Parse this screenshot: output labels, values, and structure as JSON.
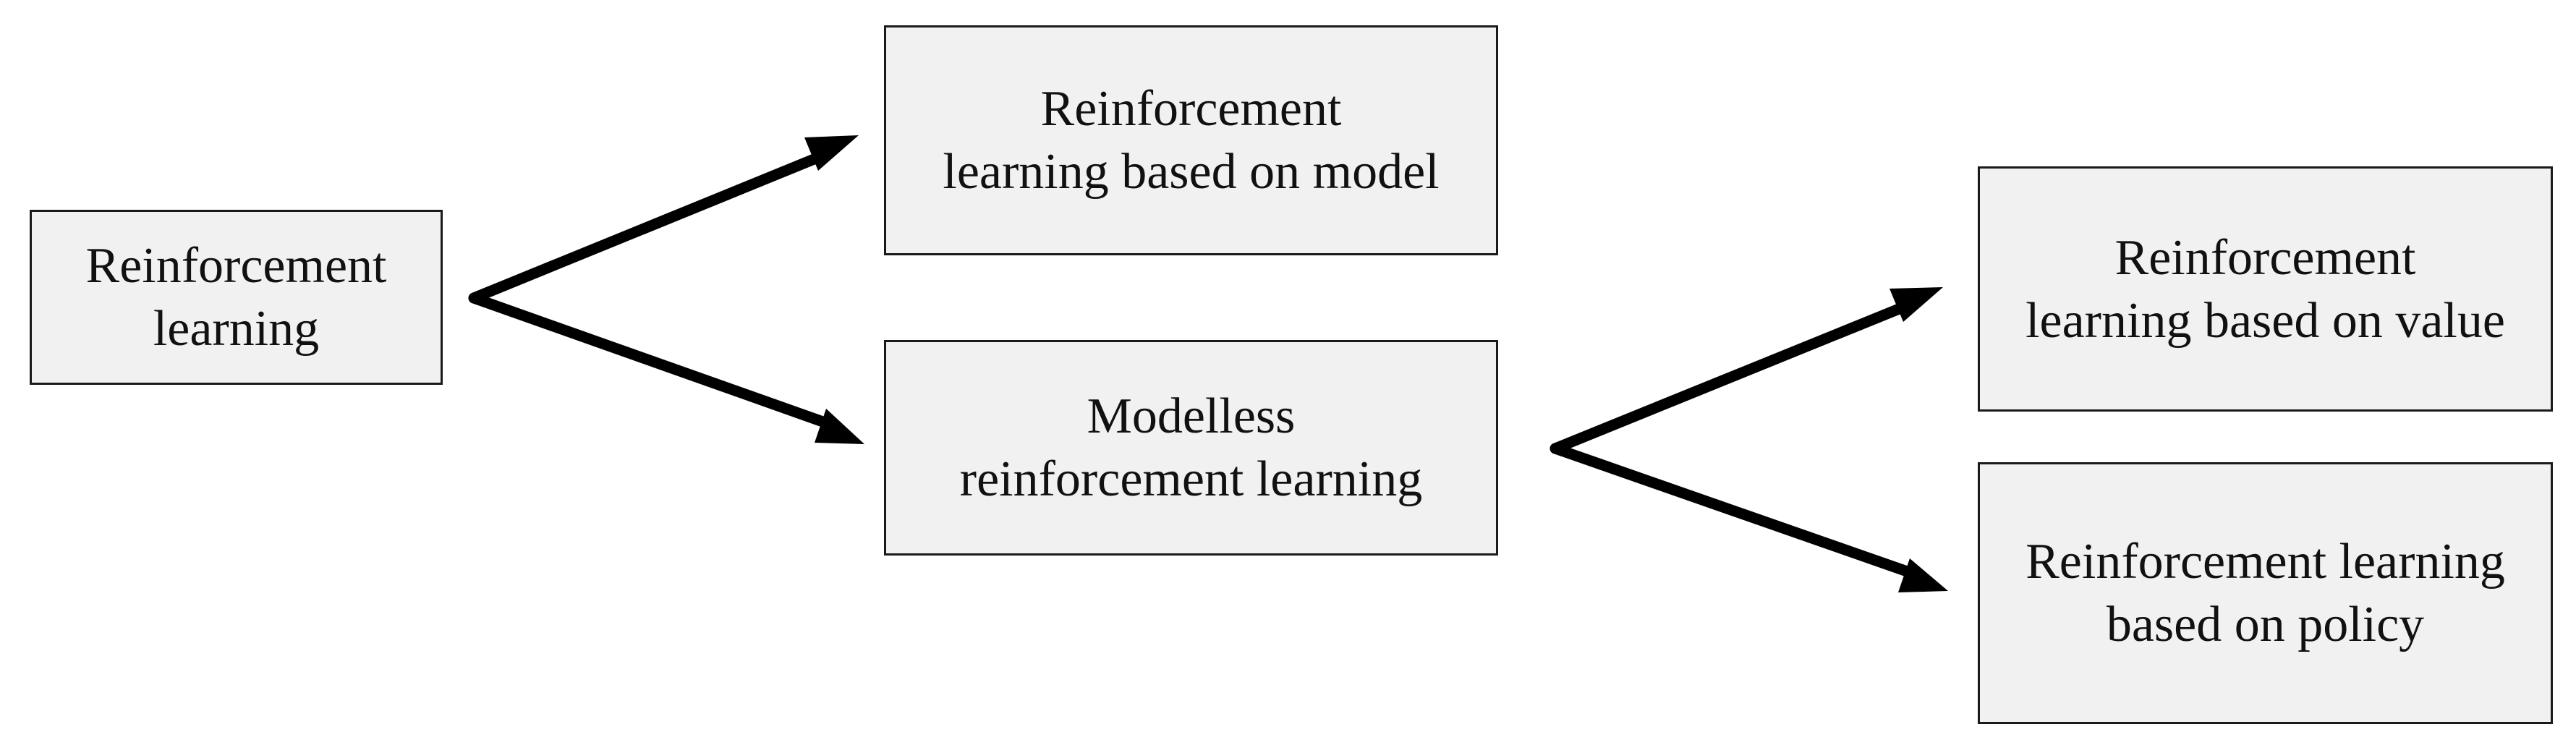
{
  "diagram": {
    "nodes": {
      "root": "Reinforcement\nlearning",
      "model_based": "Reinforcement\nlearning based on model",
      "model_free": "Modelless\nreinforcement learning",
      "value_based": "Reinforcement\nlearning based on value",
      "policy_based": "Reinforcement learning\nbased on policy"
    },
    "edges": [
      {
        "from": "root",
        "to": "model_based"
      },
      {
        "from": "root",
        "to": "model_free"
      },
      {
        "from": "model_free",
        "to": "value_based"
      },
      {
        "from": "model_free",
        "to": "policy_based"
      }
    ],
    "colors": {
      "box_fill": "#f1f1f1",
      "box_border": "#1a1a1a",
      "arrow": "#000000",
      "text": "#111111"
    }
  }
}
